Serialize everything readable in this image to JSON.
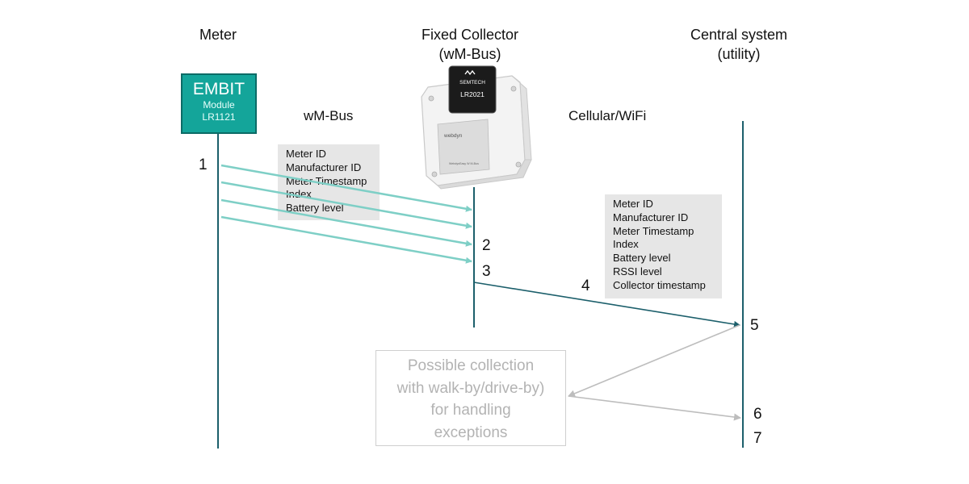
{
  "lanes": {
    "meter": "Meter",
    "collector_line1": "Fixed Collector",
    "collector_line2": "(wM-Bus)",
    "central_line1": "Central system",
    "central_line2": "(utility)"
  },
  "embit_module": {
    "title": "EMBIT",
    "line1": "Module",
    "line2": "LR1121"
  },
  "collector_device": {
    "chip_brand": "SEMTECH",
    "chip_model": "LR2021",
    "device_brand": "webdyn",
    "device_label": "WebdynEasy W M-Bus"
  },
  "links": {
    "wmbus": "wM-Bus",
    "cellular": "Cellular/WiFi"
  },
  "meter_payload": [
    "Meter ID",
    "Manufacturer ID",
    "Meter Timestamp",
    "Index",
    "Battery level"
  ],
  "collector_payload": [
    "Meter ID",
    "Manufacturer ID",
    "Meter Timestamp",
    "Index",
    "Battery level",
    "RSSI level",
    "Collector timestamp"
  ],
  "steps": {
    "s1": "1",
    "s2": "2",
    "s3": "3",
    "s4": "4",
    "s5": "5",
    "s6": "6",
    "s7": "7"
  },
  "exception_box": [
    "Possible collection",
    "with walk-by/drive-by)",
    "for handling",
    "exceptions"
  ],
  "colors": {
    "teal_arrow": "#7ecfc6",
    "lifeline": "#1c5f6b",
    "module_fill": "#14a59a",
    "gray_arrow": "#bdbdbd",
    "payload_bg": "#e6e6e6"
  }
}
